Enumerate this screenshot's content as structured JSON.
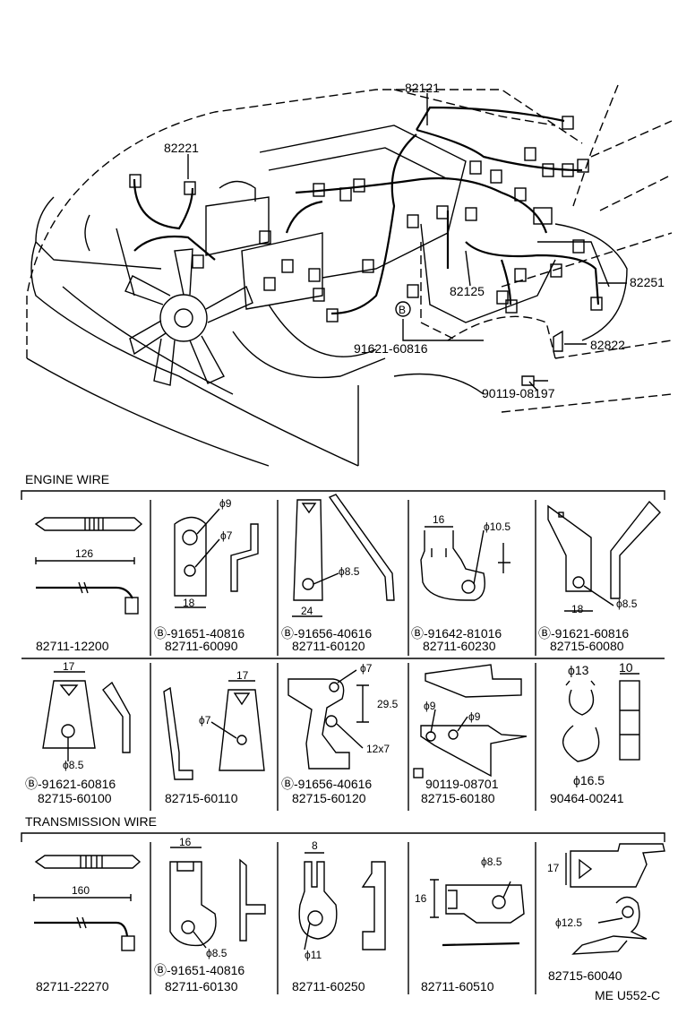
{
  "callouts": {
    "c82121": "82121",
    "c82221": "82221",
    "c82125": "82125",
    "c82251": "82251",
    "c82822": "82822",
    "bolt_a": "91621-60816",
    "bolt_b": "90119-08197"
  },
  "sections": {
    "engine_wire": "ENGINE WIRE",
    "transmission_wire": "TRANSMISSION WIRE"
  },
  "engine_row1": [
    {
      "dims": [
        "126"
      ],
      "prefix": "",
      "part": "82711-12200"
    },
    {
      "dims": [
        "ϕ9",
        "ϕ7",
        "18"
      ],
      "prefix": "Ⓑ-91651-40816",
      "part": "82711-60090"
    },
    {
      "dims": [
        "ϕ8.5",
        "24"
      ],
      "prefix": "Ⓑ-91656-40616",
      "part": "82711-60120"
    },
    {
      "dims": [
        "16",
        "ϕ10.5"
      ],
      "prefix": "Ⓑ-91642-81016",
      "part": "82711-60230"
    },
    {
      "dims": [
        "ϕ8.5",
        "18"
      ],
      "prefix": "Ⓑ-91621-60816",
      "part": "82715-60080"
    }
  ],
  "engine_row2": [
    {
      "dims": [
        "17",
        "ϕ8.5"
      ],
      "prefix": "Ⓑ-91621-60816",
      "part": "82715-60100"
    },
    {
      "dims": [
        "17",
        "ϕ7"
      ],
      "prefix": "",
      "part": "82715-60110"
    },
    {
      "dims": [
        "ϕ7",
        "29.5",
        "12x7"
      ],
      "prefix": "Ⓑ-91656-40616",
      "part": "82715-60120"
    },
    {
      "dims": [
        "ϕ9",
        "ϕ9"
      ],
      "prefix": "90119-08701",
      "part": "82715-60180"
    },
    {
      "dims": [
        "ϕ13",
        "10",
        "ϕ16.5"
      ],
      "prefix": "",
      "part": "90464-00241"
    }
  ],
  "trans_row": [
    {
      "dims": [
        "160"
      ],
      "prefix": "",
      "part": "82711-22270"
    },
    {
      "dims": [
        "16",
        "ϕ8.5"
      ],
      "prefix": "Ⓑ-91651-40816",
      "part": "82711-60130"
    },
    {
      "dims": [
        "8",
        "ϕ11"
      ],
      "prefix": "",
      "part": "82711-60250"
    },
    {
      "dims": [
        "ϕ8.5",
        "16"
      ],
      "prefix": "",
      "part": "82711-60510"
    },
    {
      "dims": [
        "17",
        "ϕ12.5"
      ],
      "prefix": "",
      "part": "82715-60040"
    }
  ],
  "footer_code": "ME U552-C"
}
